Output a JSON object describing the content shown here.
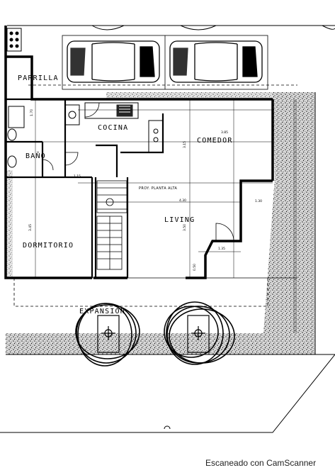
{
  "rooms": {
    "parrilla": "PARRILLA",
    "cocina": "COCINA",
    "comedor": "COMEDOR",
    "bano": "BAÑO",
    "living": "LIVING",
    "dormitorio": "DORMITORIO",
    "expansion": "EXPANSION"
  },
  "annotations": {
    "proy_planta_alta": "PROY. PLANTA ALTA"
  },
  "dimensions": {
    "d_115": "1.15",
    "d_385": "3.85",
    "d_430": "4.30",
    "d_135": "1.35",
    "d_130": "1.30",
    "d_345": "3.45",
    "d_350": "3.50",
    "d_170": "1.70",
    "d_315": "3.15",
    "d_050": "0.50"
  },
  "footer": {
    "scanner_text": "Escaneado con CamScanner"
  },
  "colors": {
    "line": "#000000",
    "hatch": "#9a9a9a",
    "background": "#ffffff"
  }
}
